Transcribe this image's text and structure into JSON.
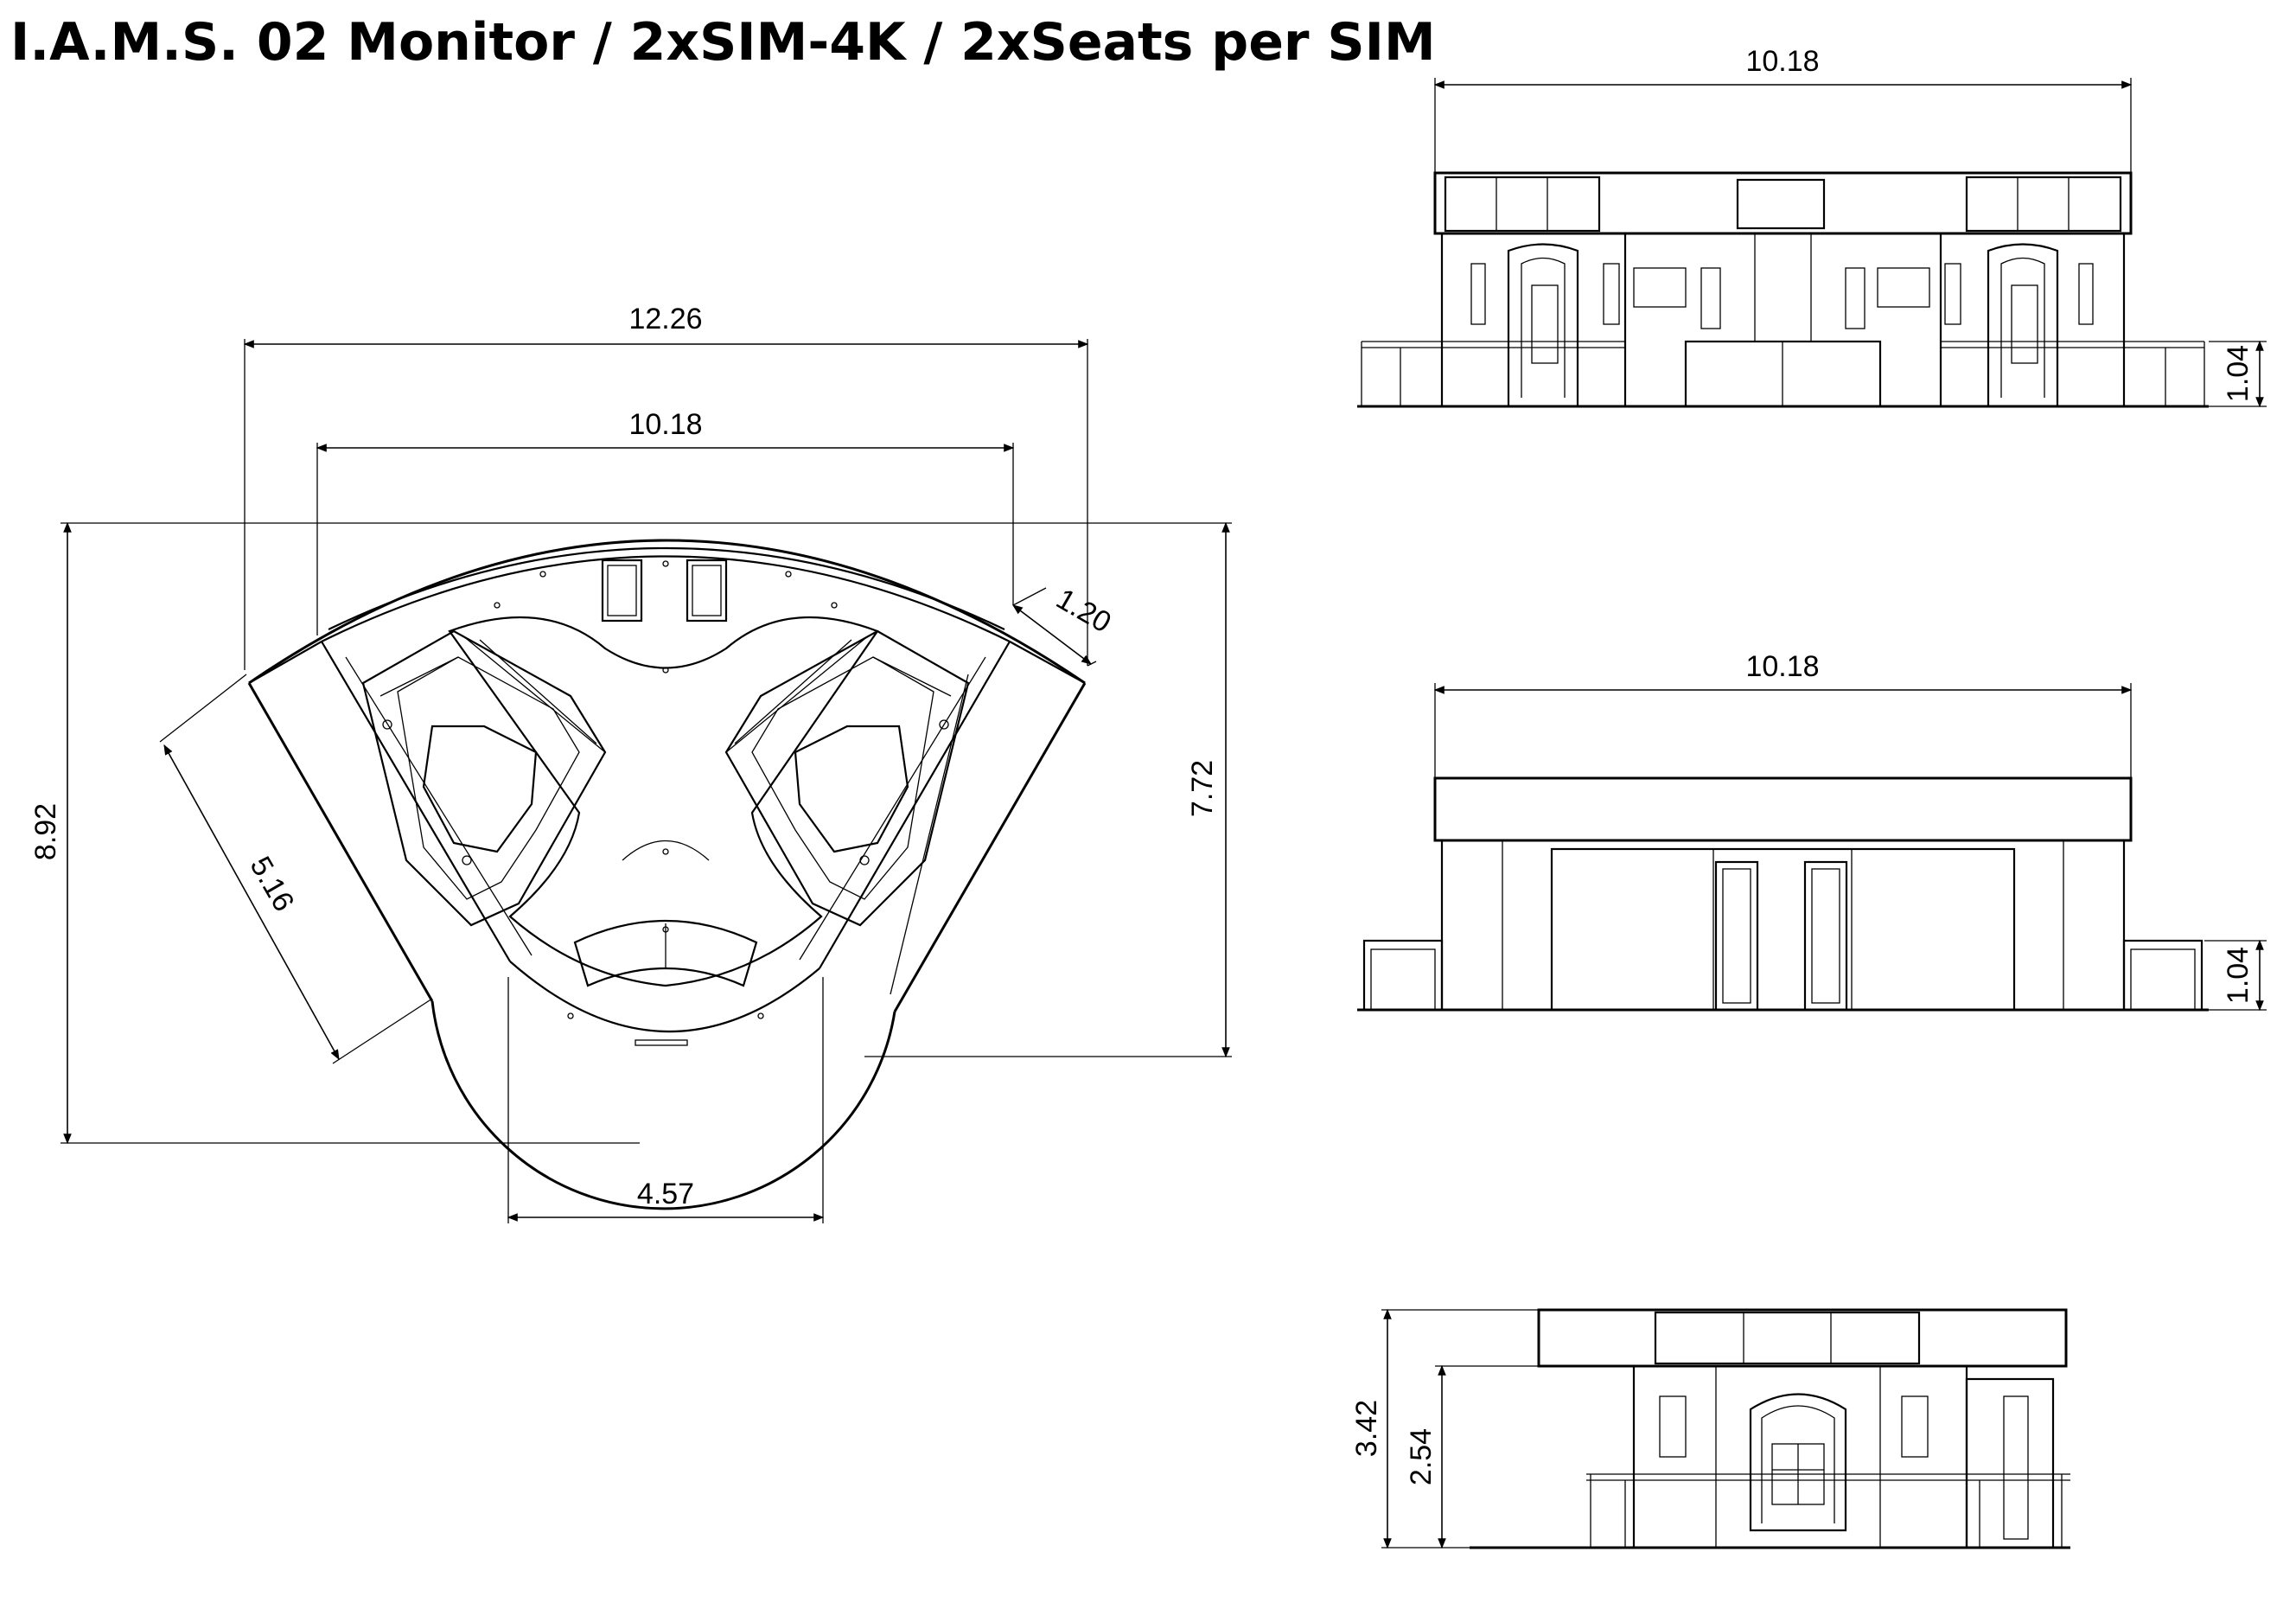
{
  "title": "I.A.M.S. 02 Monitor / 2xSIM-4K / 2xSeats per SIM",
  "plan_view": {
    "dims": {
      "outer_width": "12.26",
      "inner_width": "10.18",
      "wing_depth": "1.20",
      "total_depth": "8.92",
      "inner_depth": "7.72",
      "wing_length": "5.16",
      "front_width": "4.57"
    }
  },
  "front_elevation": {
    "dims": {
      "width": "10.18",
      "platform_height": "1.04"
    }
  },
  "rear_elevation": {
    "dims": {
      "width": "10.18",
      "platform_height": "1.04"
    }
  },
  "side_elevation": {
    "dims": {
      "total_height": "3.42",
      "wall_height": "2.54"
    }
  }
}
